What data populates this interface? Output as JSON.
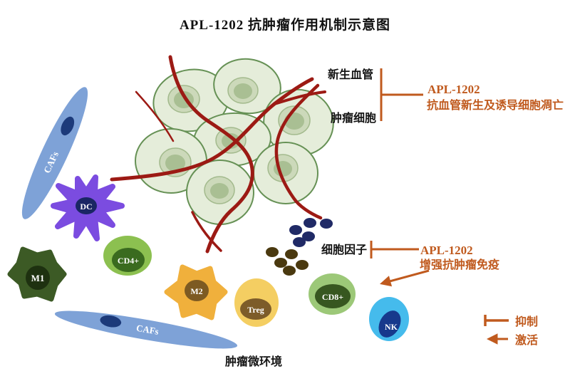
{
  "title": "APL-1202 抗肿瘤作用机制示意图",
  "diagram": {
    "tumor": {
      "vessels_label": "新生血管",
      "tumor_cells_label": "肿瘤细胞"
    },
    "cytokines_label": "细胞因子",
    "microenvironment_label": "肿瘤微环境",
    "cells": {
      "cafs_top": {
        "label": "CAFs",
        "color": "#7ea2d7"
      },
      "cafs_bottom": {
        "label": "CAFs",
        "color": "#7ea2d7"
      },
      "dc": {
        "label": "DC",
        "color": "#7b4ce0"
      },
      "m1": {
        "label": "M1",
        "color": "#3c5a25"
      },
      "cd4": {
        "label": "CD4+",
        "color": "#8cc050"
      },
      "m2": {
        "label": "M2",
        "color": "#f0b03c"
      },
      "treg": {
        "label": "Treg",
        "color": "#f4ce62"
      },
      "cd8": {
        "label": "CD8+",
        "color": "#9cc878"
      },
      "nk": {
        "label": "NK",
        "color": "#45bbec"
      }
    }
  },
  "annotations": {
    "anti_angiogenesis": {
      "drug": "APL-1202",
      "effect": "抗血管新生及诱导细胞凋亡"
    },
    "immune_boost": {
      "drug": "APL-1202",
      "effect": "增强抗肿瘤免疫"
    }
  },
  "legend": {
    "inhibit_label": "抑制",
    "activate_label": "激活"
  },
  "colors": {
    "accent_orange": "#c05a1e",
    "vessel_red": "#9c1a14",
    "tumor_cell_fill": "#e5edda",
    "tumor_cell_stroke": "#669155",
    "text_black": "#151515"
  }
}
